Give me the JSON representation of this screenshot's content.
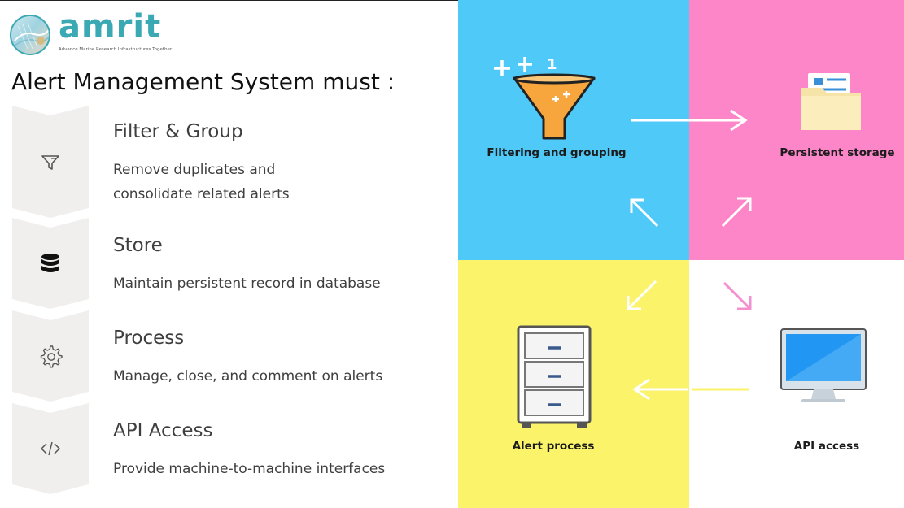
{
  "logo": {
    "word": "amrit",
    "tagline": "Advance Marine Research Infrastructures Together"
  },
  "heading": "Alert Management System must :",
  "steps": [
    {
      "icon": "filter-icon",
      "title": "Filter & Group",
      "desc_line1": "Remove duplicates and",
      "desc_line2": "consolidate related alerts"
    },
    {
      "icon": "database-icon",
      "title": "Store",
      "desc_line1": "Maintain persistent record in database"
    },
    {
      "icon": "gear-icon",
      "title": "Process",
      "desc_line1": "Manage, close, and comment on alerts"
    },
    {
      "icon": "code-icon",
      "title": "API Access",
      "desc_line1": "Provide machine-to-machine interfaces"
    }
  ],
  "diagram": {
    "filtering": "Filtering and grouping",
    "storage": "Persistent storage",
    "alert_process": "Alert process",
    "api_access": "API access",
    "plus_one": "1",
    "colors": {
      "blue": "#4fc9f7",
      "pink": "#fd86c9",
      "yellow": "#fbf36a",
      "white": "#ffffff"
    }
  }
}
